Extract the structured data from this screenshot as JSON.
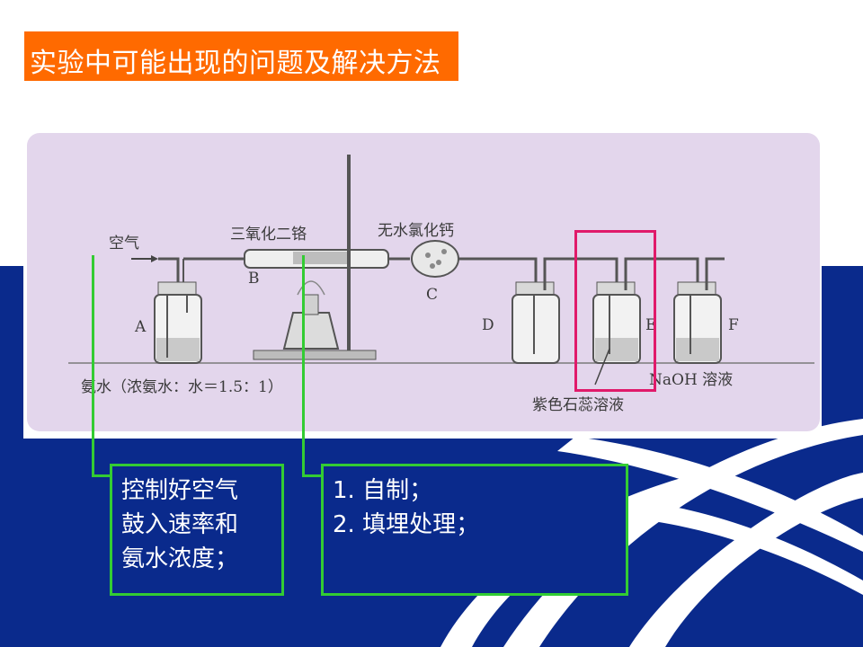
{
  "slide": {
    "title": "实验中可能出现的问题及解决方法"
  },
  "diagram": {
    "labels": {
      "air": "空气",
      "chromium_oxide": "三氧化二铬",
      "anhydrous_cacl2": "无水氯化钙",
      "a": "A",
      "b": "B",
      "c": "C",
      "d": "D",
      "e": "E",
      "f": "F",
      "ammonia_water": "氨水（浓氨水：水＝1.5：1）",
      "litmus": "紫色石蕊溶液",
      "naoh": "NaOH 溶液"
    }
  },
  "callouts": {
    "left": [
      "控制好空气",
      "鼓入速率和",
      "氨水浓度；"
    ],
    "right": [
      "1. 自制；",
      "2. 填埋处理；"
    ]
  },
  "colors": {
    "title_bg": "#ff6a00",
    "band": "#0a2a8c",
    "callout_border": "#33cc33",
    "highlight": "#e01a6a"
  }
}
